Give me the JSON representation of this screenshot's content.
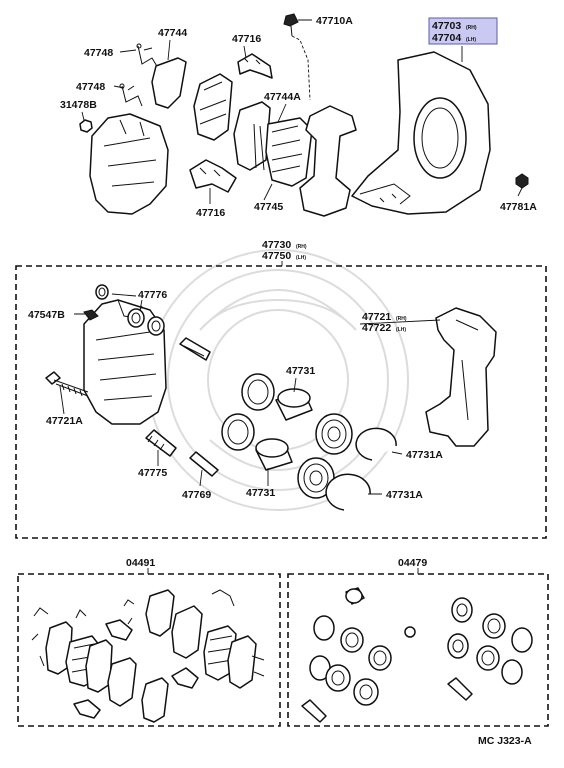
{
  "colors": {
    "highlight": "#c9c9f2",
    "ink": "#111111",
    "watermark": "#dcdcdc"
  },
  "labels": {
    "p47744": "47744",
    "p47716_top": "47716",
    "p47710A": "47710A",
    "p47703": "47703",
    "p47703_suffix": "(RH)",
    "p47704": "47704",
    "p47704_suffix": "(LH)",
    "p47748_a": "47748",
    "p47748_b": "47748",
    "p31478B": "31478B",
    "p47744A": "47744A",
    "p47716_bottom": "47716",
    "p47745": "47745",
    "p47781A": "47781A",
    "p47730": "47730",
    "p47730_suffix": "(RH)",
    "p47750": "47750",
    "p47750_suffix": "(LH)",
    "p47776": "47776",
    "p47547B": "47547B",
    "p47721": "47721",
    "p47721_suffix": "(RH)",
    "p47722": "47722",
    "p47722_suffix": "(LH)",
    "p47731_top": "47731",
    "p47721A": "47721A",
    "p47731A_a": "47731A",
    "p47775": "47775",
    "p47769": "47769",
    "p47731_bottom": "47731",
    "p47731A_b": "47731A",
    "kit_pads": "04491",
    "kit_seals": "04479",
    "ref_code": "MC J323-A"
  }
}
